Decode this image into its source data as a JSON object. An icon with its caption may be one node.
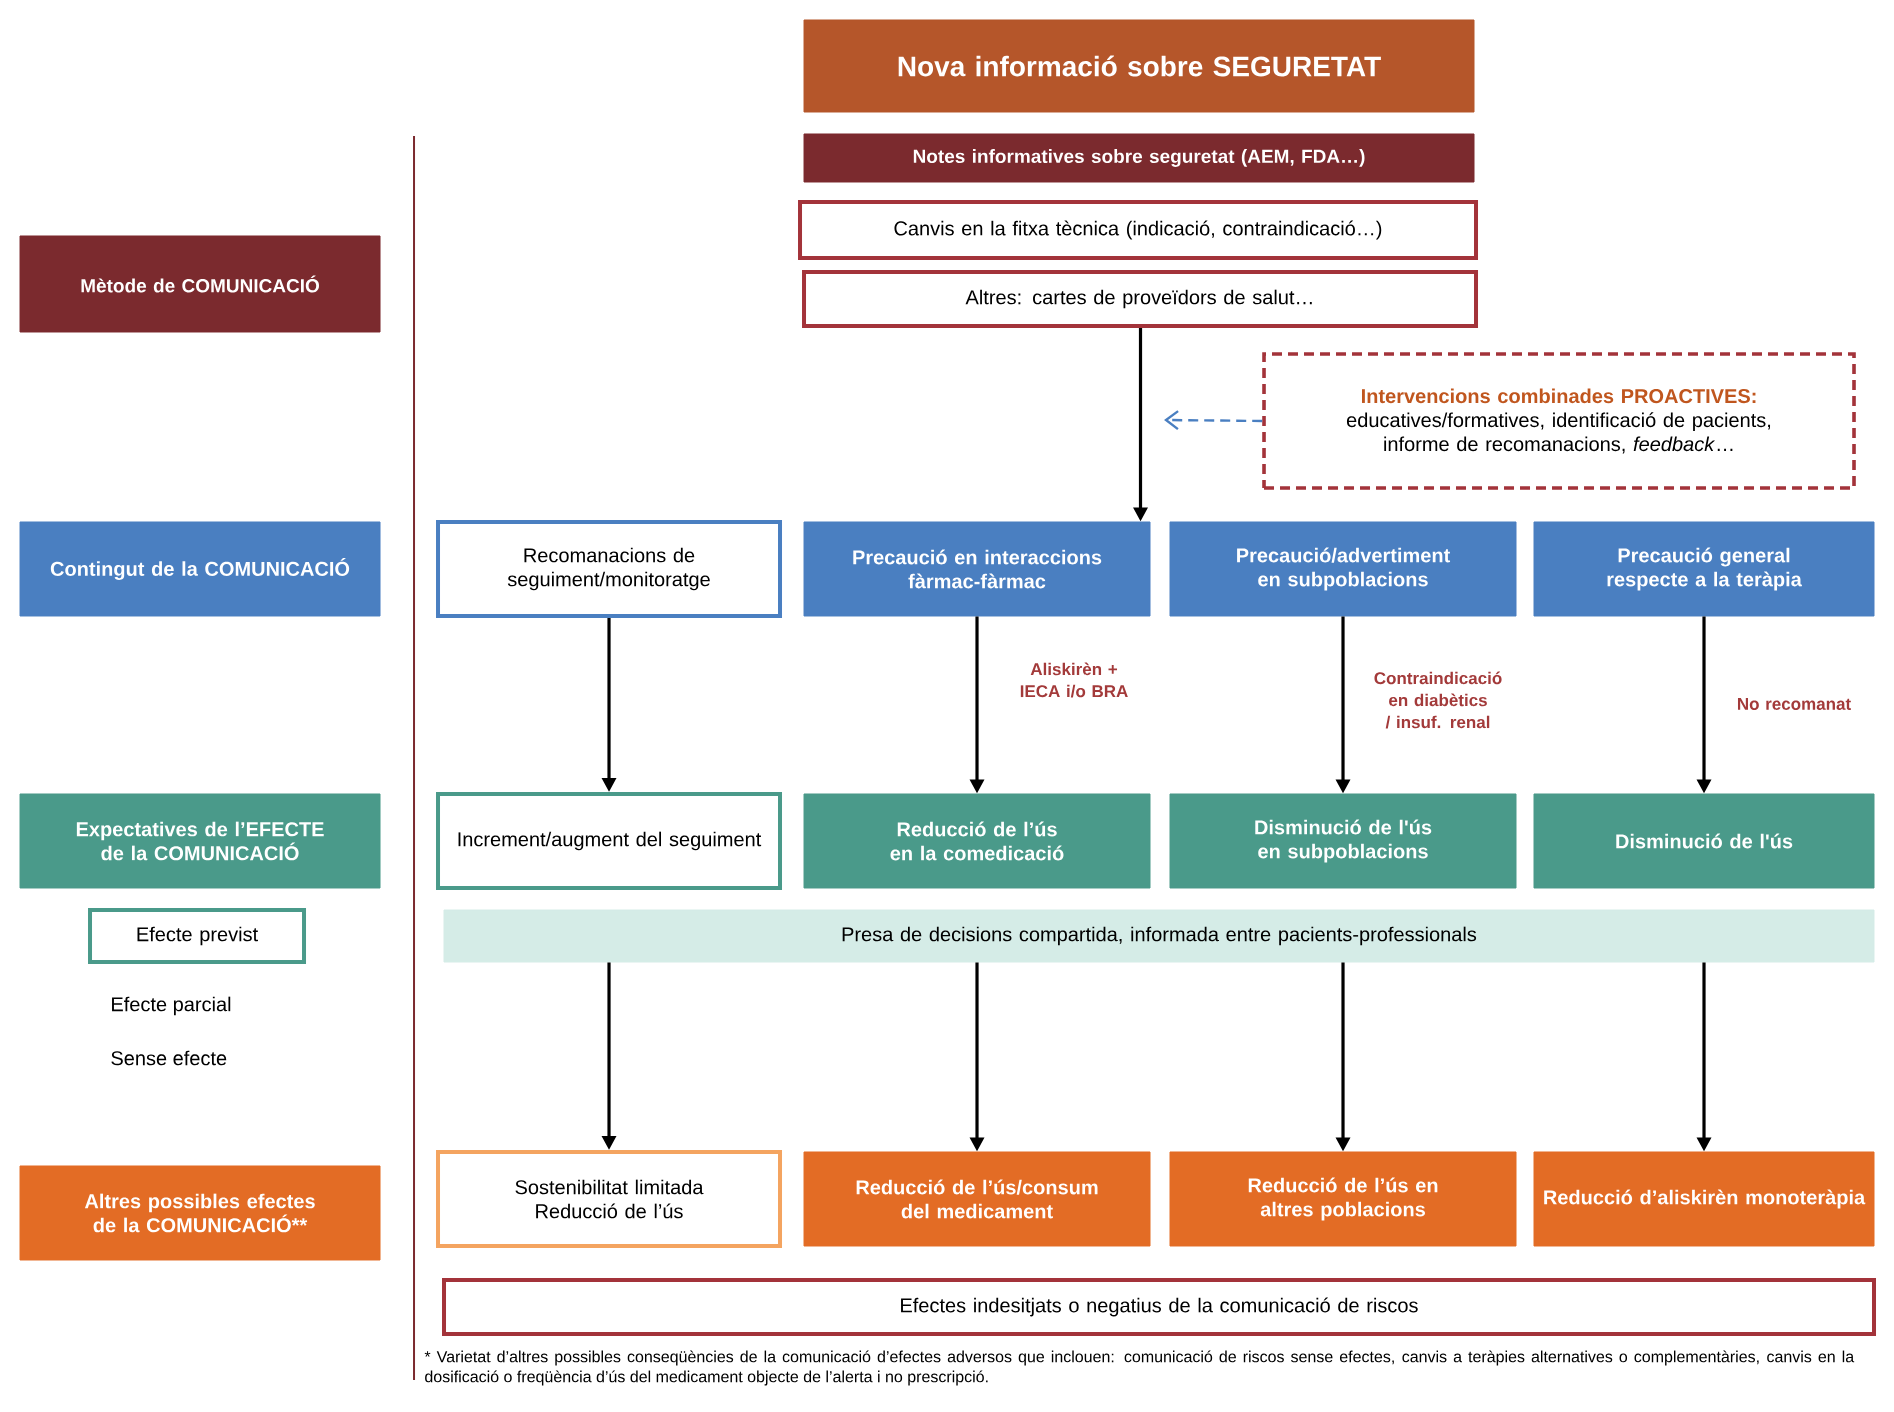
{
  "diagram": {
    "nodes": [
      {
        "text": [
          "Nova informació sobre SEGURETAT"
        ]
      },
      {
        "text": [
          "Mètode de COMUNICACIÓ"
        ]
      },
      {
        "text": [
          "Notes informatives sobre seguretat (AEM, FDA…)"
        ]
      },
      {
        "text": [
          "Canvis en la fitxa tècnica (indicació, contraindicació…)"
        ]
      },
      {
        "text": [
          "Altres: cartes de proveïdors de salut…"
        ]
      },
      {
        "text": [
          "Intervencions combinades PROACTIVES:",
          "educatives/formatives, identificació de pacients, informe de recomanacions, *feedback*…"
        ]
      },
      {
        "text": [
          "Contingut de la COMUNICACIÓ"
        ]
      },
      {
        "text": [
          "Recomanacions de seguiment/monitoratge"
        ]
      },
      {
        "text": [
          "Precaució en interaccions fàrmac-fàrmac"
        ]
      },
      {
        "text": [
          "Precaució/advertiment en subpoblacions"
        ]
      },
      {
        "text": [
          "Precaució general respecte a la teràpia"
        ]
      },
      {
        "text": [
          "Expectatives de l’EFECTE de la COMUNICACIÓ"
        ]
      },
      {
        "text": [
          "Increment/augment del seguiment"
        ]
      },
      {
        "text": [
          "Reducció de l’ús en la comedicació"
        ]
      },
      {
        "text": [
          "Disminució de l'ús en subpoblacions"
        ]
      },
      {
        "text": [
          "Disminució de l'ús"
        ]
      },
      {
        "text": [
          "Efecte previst"
        ]
      },
      {
        "text": [
          "Presa de decisions compartida, informada entre pacients-professionals"
        ]
      },
      {
        "text": [
          "Altres possibles efectes de la COMUNICACIÓ**"
        ]
      },
      {
        "text": [
          "Sostenibilitat limitada",
          "Reducció de l’ús"
        ]
      },
      {
        "text": [
          "Reducció de l’ús/consum del medicament"
        ]
      },
      {
        "text": [
          "Reducció de l’ús en altres poblacions"
        ]
      },
      {
        "text": [
          "Reducció d’aliskirèn monoteràpia"
        ]
      },
      {
        "text": [
          "Efectes indesitjats o negatius de la comunicació de riscos"
        ]
      }
    ],
    "edges": [
      {
        "from": 4,
        "to": 8,
        "arrow": "to"
      },
      {
        "from": 5,
        "to": null,
        "arrow": "to",
        "style": "dashed",
        "color": "#4a7fc1"
      },
      {
        "from": 7,
        "to": 12,
        "arrow": "to"
      },
      {
        "from": 8,
        "to": 13,
        "arrow": "to",
        "label": "Aliskirèn + IECA i/o BRA"
      },
      {
        "from": 9,
        "to": 14,
        "arrow": "to",
        "label": "Contraindicació en diabètics / insuf. renal"
      },
      {
        "from": 10,
        "to": 15,
        "arrow": "to",
        "label": "No recomanat"
      },
      {
        "from": 17,
        "to": 19,
        "arrow": "to"
      },
      {
        "from": 17,
        "to": 20,
        "arrow": "to"
      },
      {
        "from": 17,
        "to": 21,
        "arrow": "to"
      },
      {
        "from": 17,
        "to": 22,
        "arrow": "to"
      }
    ],
    "labels": [
      "Efecte parcial",
      "Sense efecte",
      "* Varietat d’altres possibles conseqüències de la comunicació d’efectes adversos que inclouen: comunicació de riscos sense efectes, canvis a teràpies alternatives o complementàries, canvis en la dosificació o freqüència d’ús del medicament objecte de l’alerta i no prescripció."
    ]
  }
}
